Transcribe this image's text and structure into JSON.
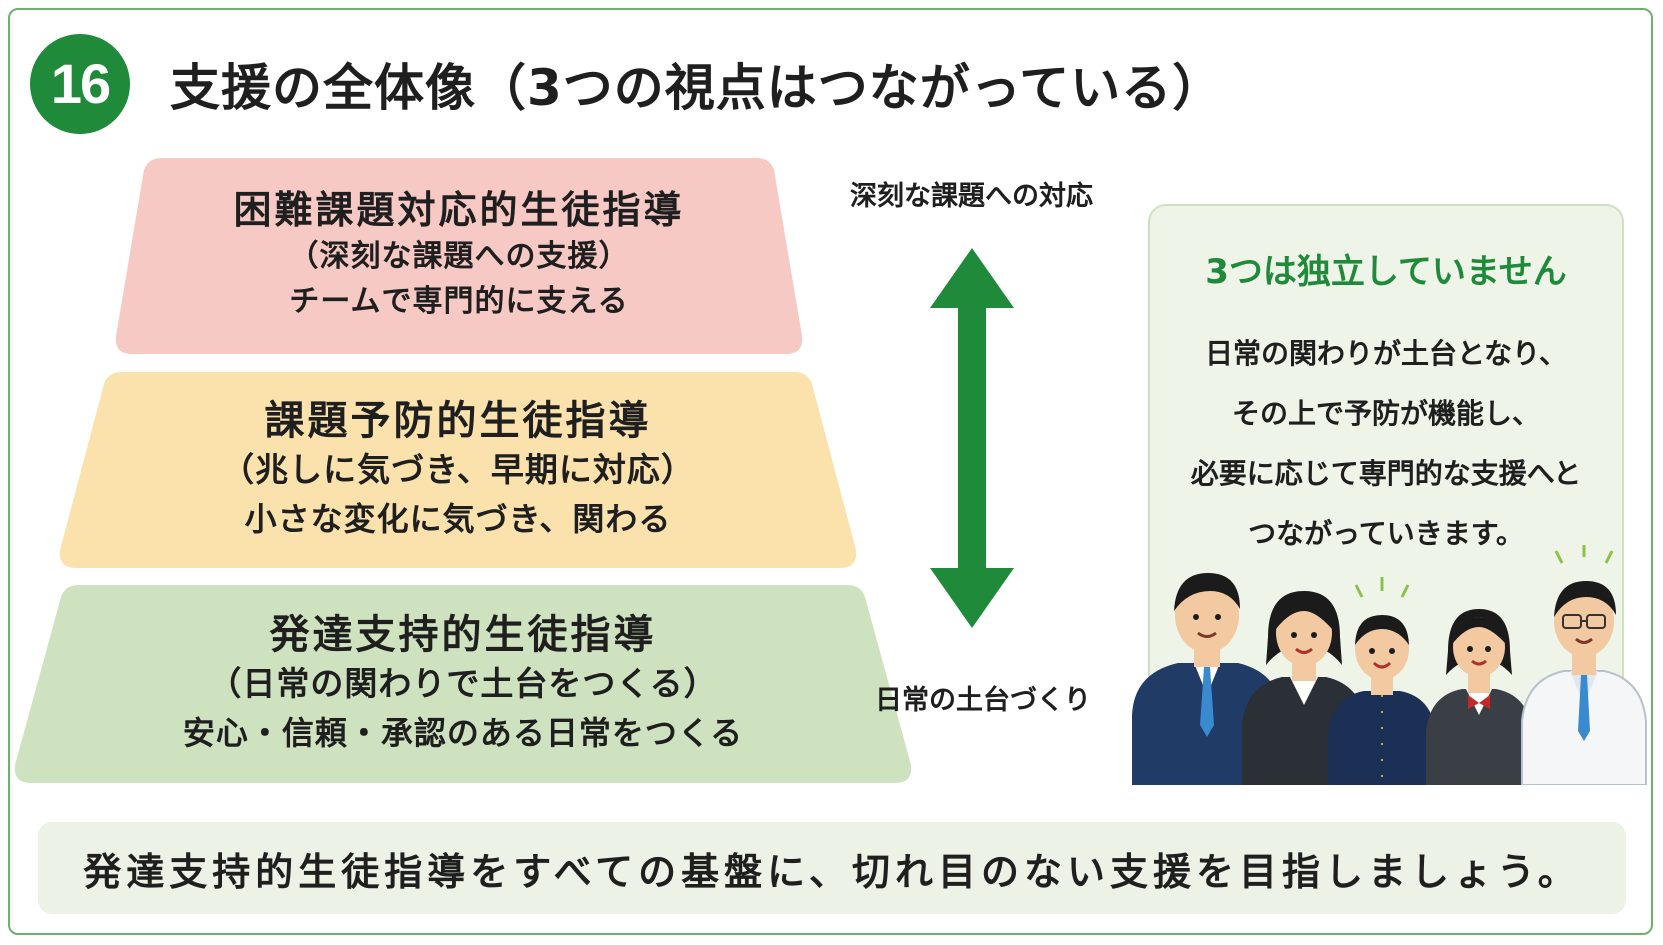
{
  "header": {
    "number": "16",
    "title": "支援の全体像（3つの視点はつながっている）"
  },
  "pyramid": {
    "top": {
      "title": "困難課題対応的生徒指導",
      "subtitle": "（深刻な課題への支援）",
      "description": "チームで専門的に支える",
      "color": "#f6c9c4"
    },
    "middle": {
      "title": "課題予防的生徒指導",
      "subtitle": "（兆しに気づき、早期に対応）",
      "description": "小さな変化に気づき、関わる",
      "color": "#fbe2ad"
    },
    "bottom": {
      "title": "発達支持的生徒指導",
      "subtitle": "（日常の関わりで土台をつくる）",
      "description": "安心・信頼・承認のある日常をつくる",
      "color": "#cfe2bf"
    }
  },
  "axis": {
    "top_label": "深刻な課題への対応",
    "bottom_label": "日常の土台づくり",
    "arrow_color": "#1f8a3a"
  },
  "note": {
    "heading": "3つは独立していません",
    "lines": [
      "日常の関わりが土台となり、",
      "その上で予防が機能し、",
      "必要に応じて専門的な支援へと",
      "つながっていきます。"
    ]
  },
  "banner": {
    "message": "発達支持的生徒指導をすべての基盤に、切れ目のない支援を目指しましょう。"
  },
  "colors": {
    "accent": "#1f8a3a",
    "frame": "#6fb06f",
    "note_bg": "#eef4e8",
    "banner_bg": "#ecf2e6"
  }
}
